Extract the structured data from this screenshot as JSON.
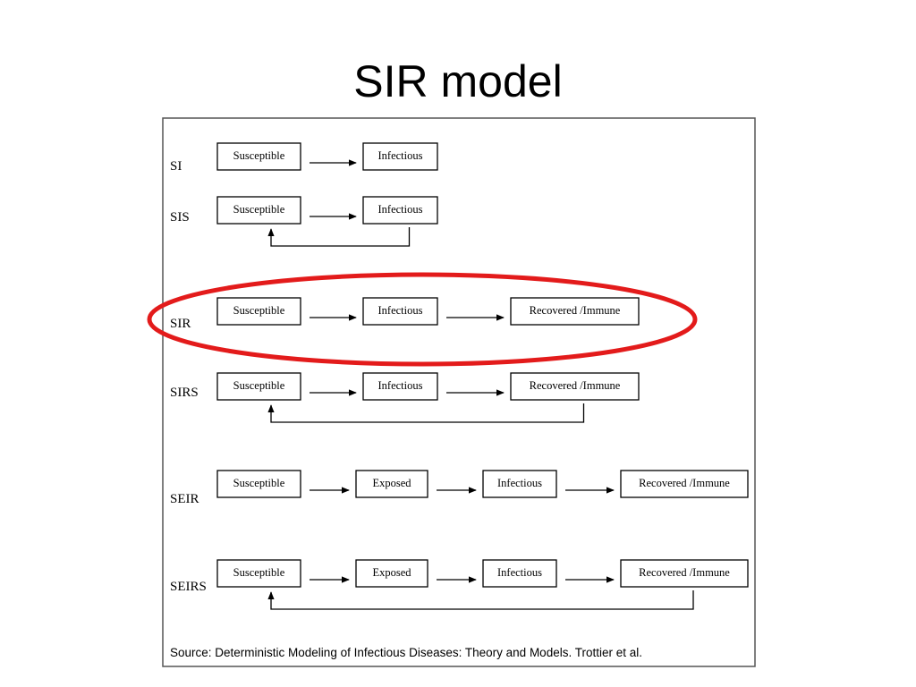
{
  "slide": {
    "title": "SIR model",
    "source": "Source: Deterministic Modeling of Infectious Diseases: Theory and Models. Trottier et al."
  },
  "diagram": {
    "highlight_color": "#e31b1b",
    "highlighted_model": "SIR",
    "models": [
      {
        "name": "SI",
        "stages": [
          "Susceptible",
          "Infectious"
        ],
        "feedback": false
      },
      {
        "name": "SIS",
        "stages": [
          "Susceptible",
          "Infectious"
        ],
        "feedback": true
      },
      {
        "name": "SIR",
        "stages": [
          "Susceptible",
          "Infectious",
          "Recovered /Immune"
        ],
        "feedback": false
      },
      {
        "name": "SIRS",
        "stages": [
          "Susceptible",
          "Infectious",
          "Recovered /Immune"
        ],
        "feedback": true
      },
      {
        "name": "SEIR",
        "stages": [
          "Susceptible",
          "Exposed",
          "Infectious",
          "Recovered /Immune"
        ],
        "feedback": false
      },
      {
        "name": "SEIRS",
        "stages": [
          "Susceptible",
          "Exposed",
          "Infectious",
          "Recovered /Immune"
        ],
        "feedback": true
      }
    ]
  }
}
